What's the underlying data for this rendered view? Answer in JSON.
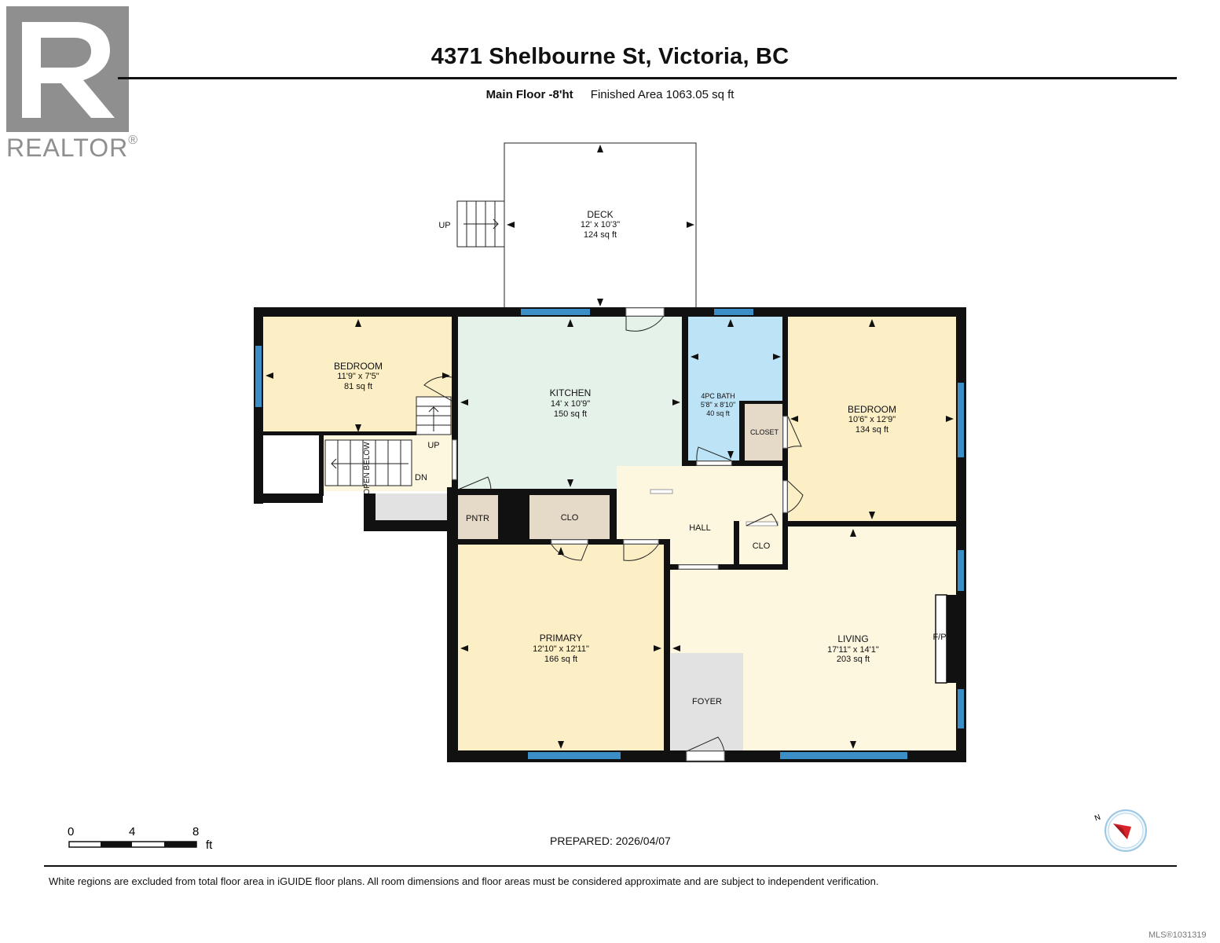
{
  "header": {
    "title": "4371 Shelbourne St, Victoria, BC",
    "floor_label": "Main Floor -8'ht",
    "finished_area": "Finished Area 1063.05 sq ft"
  },
  "logo": {
    "text": "REALTOR",
    "registered_mark": "®"
  },
  "rooms": {
    "deck": {
      "name": "DECK",
      "dims": "12' x 10'3\"",
      "area": "124 sq ft"
    },
    "bedroom_1": {
      "name": "BEDROOM",
      "dims": "11'9\" x 7'5\"",
      "area": "81 sq ft"
    },
    "kitchen": {
      "name": "KITCHEN",
      "dims": "14' x 10'9\"",
      "area": "150 sq ft"
    },
    "bath": {
      "name": "4PC BATH",
      "dims": "5'8\" x 8'10\"",
      "area": "40 sq ft"
    },
    "bedroom_2": {
      "name": "BEDROOM",
      "dims": "10'6\" x 12'9\"",
      "area": "134 sq ft"
    },
    "primary": {
      "name": "PRIMARY",
      "dims": "12'10\" x 12'11\"",
      "area": "166 sq ft"
    },
    "living": {
      "name": "LIVING",
      "dims": "17'11\" x 14'1\"",
      "area": "203 sq ft"
    },
    "closet": "CLOSET",
    "clo_1": "CLO",
    "clo_2": "CLO",
    "pntr": "PNTR",
    "hall": "HALL",
    "foyer": "FOYER",
    "fp": "F/P",
    "up_deck": "UP",
    "up_stair": "UP",
    "dn_stair": "DN",
    "open_below": "OPEN BELOW"
  },
  "scale": {
    "ticks": [
      "0",
      "4",
      "8"
    ],
    "unit": "ft"
  },
  "prepared": "PREPARED: 2026/04/07",
  "disclaimer": "White regions are excluded from total floor area in iGUIDE floor plans. All room dimensions and floor areas must be considered approximate and are subject to independent verification.",
  "mls": "MLS®1031319",
  "colors": {
    "bedroom": "#fcefc6",
    "kitchen": "#e5f2ea",
    "bath": "#bde3f7",
    "hall": "#fdf7e0",
    "closet": "#e5d9c8",
    "foyer": "#e2e2e2",
    "wall": "#111111",
    "window": "#3b8fc6"
  }
}
